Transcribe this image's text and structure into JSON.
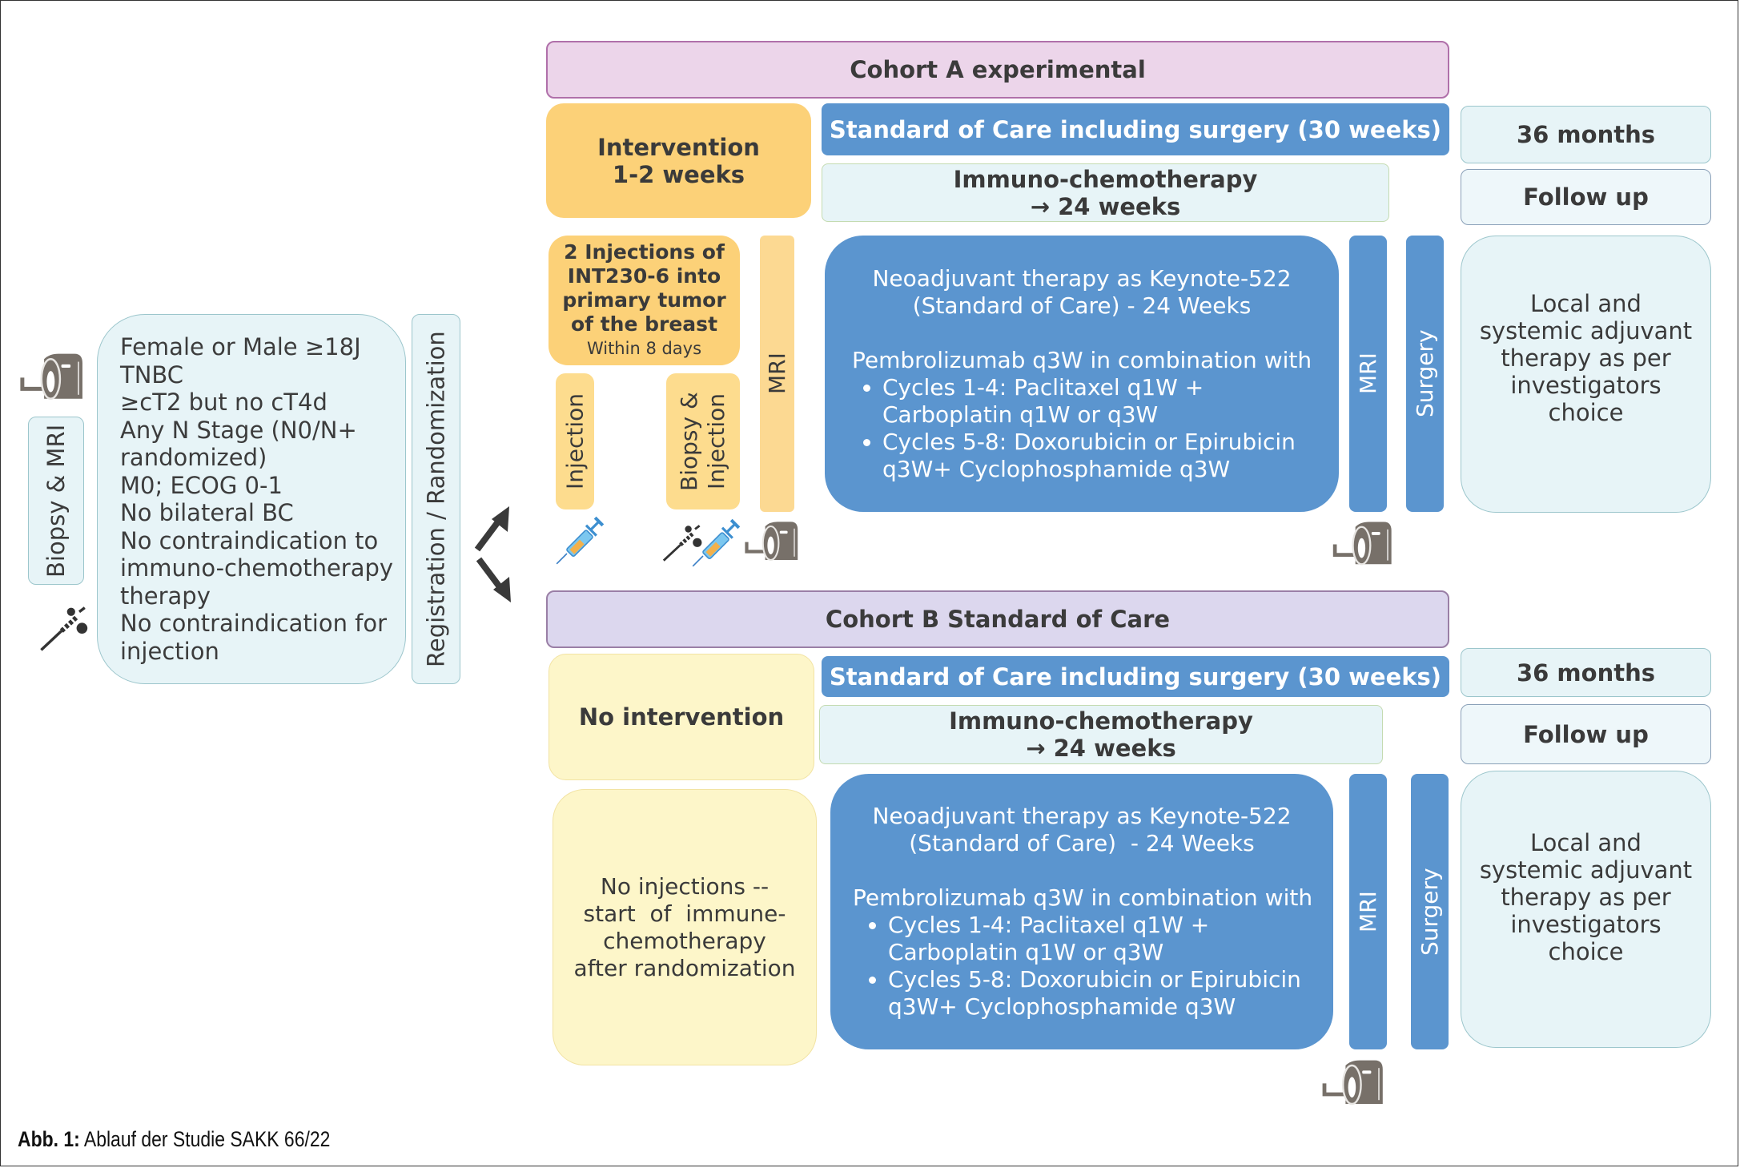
{
  "colors": {
    "cohort_a_header": "#ecd5ea",
    "cohort_b_header": "#dcd7ee",
    "intervention": "#fcd178",
    "no_intervention": "#fdf6c9",
    "standard_of_care": "#5b95cf",
    "light_teal": "#e7f4f7",
    "icon_grey": "#777069"
  },
  "eligibility": {
    "biopsy_mri_label": "Biopsy & MRI",
    "criteria": [
      "Female or Male ≥18J",
      "TNBC",
      "≥cT2 but no cT4d",
      "Any N Stage (N0/N+",
      "randomized)",
      "M0; ECOG 0-1",
      "No bilateral BC",
      "No contraindication to",
      "immuno-chemotherapy",
      "therapy",
      "No contraindication for",
      "injection"
    ],
    "registration_label": "Registration / Randomization"
  },
  "cohort_a": {
    "header": "Cohort A experimental",
    "intervention": [
      "Intervention",
      "1-2 weeks"
    ],
    "soc_bar": "Standard of Care including surgery (30 weeks)",
    "immuno": [
      "Immuno-chemotherapy",
      "→ 24 weeks"
    ],
    "followup_duration": "36 months",
    "followup_label": "Follow up",
    "injections_box": [
      "2 Injections of",
      "INT230-6 into",
      "primary tumor",
      "of the breast"
    ],
    "injections_sub": "Within 8 days",
    "injection_pill": "Injection",
    "biopsy_injection_pill": [
      "Biopsy &",
      "Injection"
    ],
    "mri_pill": "MRI",
    "neoadjuvant": {
      "title": [
        "Neoadjuvant therapy as Keynote-522",
        "(Standard of Care) - 24 Weeks"
      ],
      "combo": "Pembrolizumab q3W in combination with",
      "bullets": [
        [
          "Cycles 1-4: Paclitaxel q1W +",
          "Carboplatin q1W or q3W"
        ],
        [
          "Cycles 5-8: Doxorubicin or Epirubicin",
          "q3W+ Cyclophosphamide q3W"
        ]
      ]
    },
    "mri_bar": "MRI",
    "surgery_bar": "Surgery",
    "adjuvant": [
      "Local and",
      "systemic adjuvant",
      "therapy as per",
      "investigators",
      "choice"
    ]
  },
  "cohort_b": {
    "header": "Cohort B Standard of Care",
    "intervention": "No intervention",
    "soc_bar": "Standard of Care including surgery (30 weeks)",
    "immuno": [
      "Immuno-chemotherapy",
      "→ 24 weeks"
    ],
    "followup_duration": "36 months",
    "followup_label": "Follow up",
    "no_injections": [
      "No injections --",
      "start  of  immune-",
      "chemotherapy",
      "after randomization"
    ],
    "neoadjuvant": {
      "title": [
        "Neoadjuvant therapy as Keynote-522",
        "(Standard of Care)  - 24 Weeks"
      ],
      "combo": "Pembrolizumab q3W in combination with",
      "bullets": [
        [
          "Cycles 1-4: Paclitaxel q1W +",
          "Carboplatin q1W or q3W"
        ],
        [
          "Cycles 5-8: Doxorubicin or Epirubicin",
          "q3W+ Cyclophosphamide q3W"
        ]
      ]
    },
    "mri_bar": "MRI",
    "surgery_bar": "Surgery",
    "adjuvant": [
      "Local and",
      "systemic adjuvant",
      "therapy as per",
      "investigators",
      "choice"
    ]
  },
  "icons": {
    "mri_scanner": "mri-scanner-icon",
    "biopsy_needle": "biopsy-needle-icon",
    "syringe": "syringe-icon",
    "arrow_up": "arrow-up-right-icon",
    "arrow_down": "arrow-down-right-icon"
  },
  "caption": {
    "label": "Abb. 1:",
    "text": " Ablauf der Studie SAKK 66/22"
  }
}
